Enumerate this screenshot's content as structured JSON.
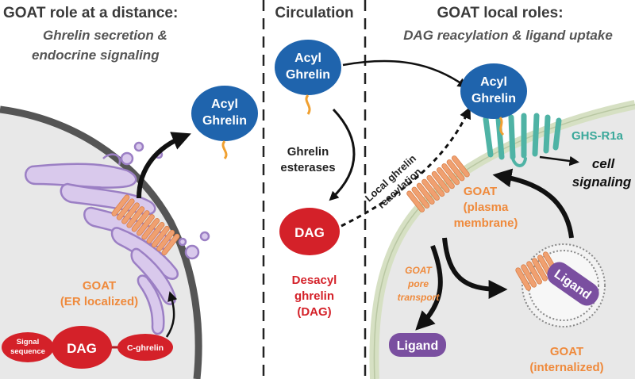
{
  "panels": {
    "left": {
      "title": "GOAT role at a distance:",
      "subtitle_line1": "Ghrelin secretion &",
      "subtitle_line2": "endocrine signaling"
    },
    "middle": {
      "title": "Circulation"
    },
    "right": {
      "title": "GOAT local roles:",
      "subtitle": "DAG reacylation & ligand uptake"
    }
  },
  "labels": {
    "acyl": "Acyl",
    "ghrelin": "Ghrelin",
    "dag": "DAG",
    "signal_line1": "Signal",
    "signal_line2": "sequence",
    "c_ghrelin": "C-ghrelin",
    "goat_er_line1": "GOAT",
    "goat_er_line2": "(ER  localized)",
    "ghrelin_esterases_line1": "Ghrelin",
    "ghrelin_esterases_line2": "esterases",
    "desacyl_line1": "Desacyl",
    "desacyl_line2": "ghrelin",
    "desacyl_line3": "(DAG)",
    "local_reacylation_line1": "Local ghrelin",
    "local_reacylation_line2": "reacylation",
    "ghs_r1a": "GHS-R1a",
    "cell_signaling_line1": "cell",
    "cell_signaling_line2": "signaling",
    "goat_pm_line1": "GOAT",
    "goat_pm_line2": "(plasma",
    "goat_pm_line3": "membrane)",
    "goat_pore_line1": "GOAT",
    "goat_pore_line2": "pore",
    "goat_pore_line3": "transport",
    "ligand": "Ligand",
    "goat_int_line1": "GOAT",
    "goat_int_line2": "(internalized)"
  },
  "colors": {
    "acyl_ghrelin_blue": "#1f64ad",
    "dag_red": "#d42129",
    "goat_orange": "#f0a070",
    "er_purple": "#a58ac9",
    "receptor_teal": "#4fb3a5",
    "ligand_purple": "#7a4fa0",
    "cell_gray": "#e6e6e6",
    "membrane_green": "#d9e3c8"
  }
}
